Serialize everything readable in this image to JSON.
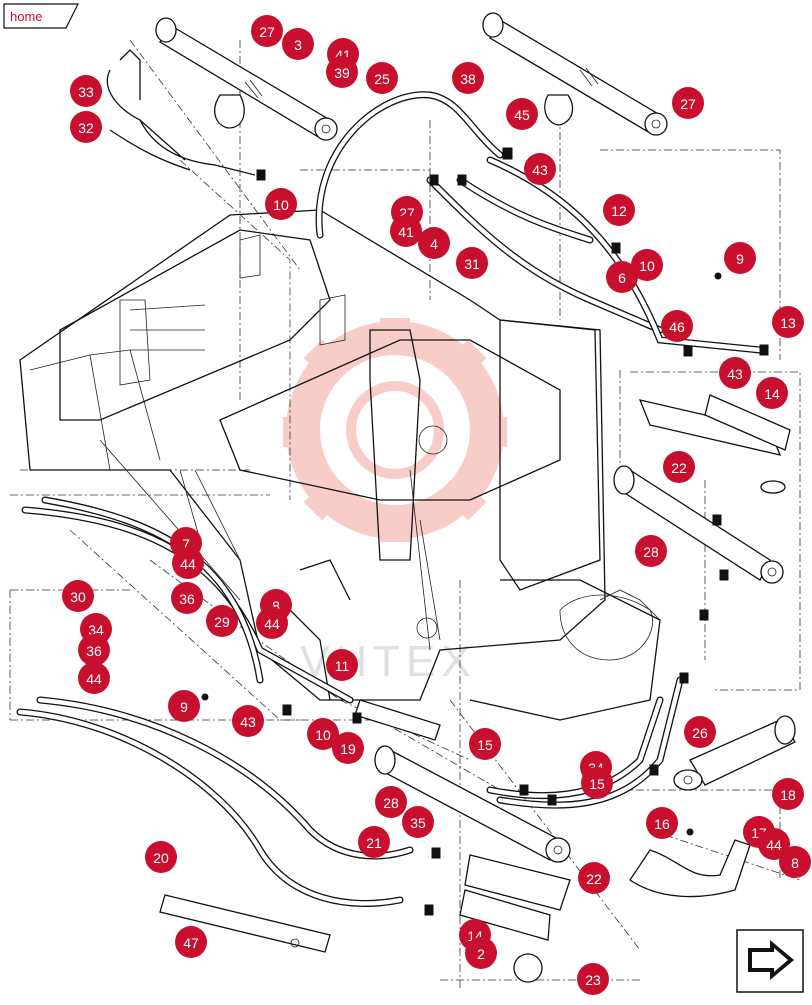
{
  "navigation": {
    "home_label": "home"
  },
  "watermark": {
    "text": "VHTEX",
    "color": "#e8503a"
  },
  "accent_color": "#c8102e",
  "callouts": [
    "27",
    "3",
    "41",
    "39",
    "25",
    "38",
    "27",
    "33",
    "32",
    "45",
    "43",
    "10",
    "27",
    "12",
    "41",
    "4",
    "31",
    "9",
    "6",
    "10",
    "46",
    "13",
    "43",
    "14",
    "22",
    "28",
    "7",
    "44",
    "36",
    "30",
    "34",
    "36",
    "44",
    "29",
    "8",
    "44",
    "11",
    "9",
    "43",
    "10",
    "19",
    "15",
    "26",
    "34",
    "15",
    "18",
    "28",
    "35",
    "16",
    "17",
    "44",
    "8",
    "21",
    "20",
    "22",
    "47",
    "14",
    "2",
    "23"
  ],
  "next_page_icon": "next-page-arrow-icon"
}
